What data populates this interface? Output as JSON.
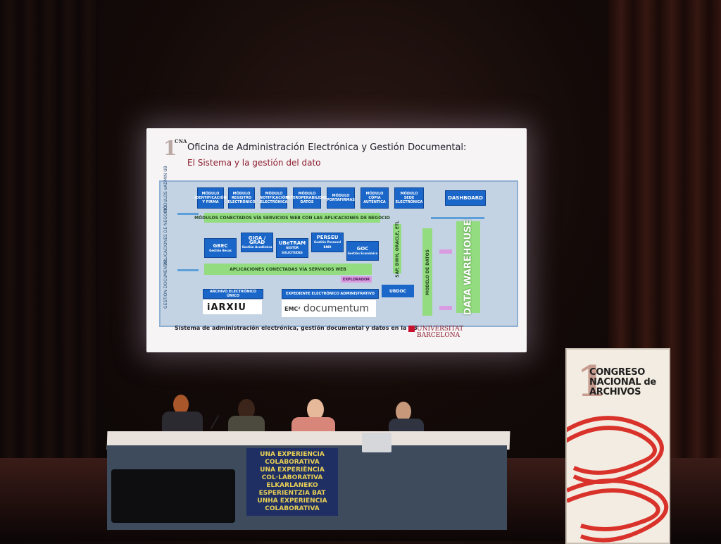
{
  "slide": {
    "logo_number": "1",
    "logo_letters": "CNA",
    "title": "Oficina de Administración Electrónica y Gestión Documental:",
    "subtitle": "El Sistema y la gestión del dato",
    "footer": "Sistema de administración electrónica, gestión documental y datos en la UB",
    "university": [
      "UNIVERSITAT",
      "BARCELONA"
    ]
  },
  "diagram": {
    "left_labels": [
      "MÓDULOS eADMIN UB",
      "APLICACIONES DE NEGOCIO",
      "GESTIÓN DOCUMENTAL"
    ],
    "modules": [
      "MÓDULO IDENTIFICACIÓN Y FIRMA",
      "MÓDULO REGISTRO ELECTRÓNICO",
      "MÓDULO NOTIFICACIÓN ELECTRÓNICA",
      "MÓDULO INTEROPERABILIDAD DATOS",
      "MÓDULO PORTAFIRMAS",
      "MÓDULO CÓPIA AUTÉNTICA",
      "MÓDULO SEDE ELECTRÓNICA"
    ],
    "dashboard": "DASHBOARD",
    "modules_bar": "MÓDULOS CONECTADOS VÍA SERVICIOS WEB CON LAS APLICACIONES DE NEGOCIO",
    "apps": [
      {
        "name": "GBEC",
        "desc": "Gestión Becas"
      },
      {
        "name": "GIGA / GRAD",
        "desc": "Gestión Académica"
      },
      {
        "name": "UBeTRAM",
        "desc": "GESTOR SOLICITUDES"
      },
      {
        "name": "PERSEU",
        "desc": "Gestión Personal BNIR"
      },
      {
        "name": "GOC",
        "desc": "Gestión Económica"
      }
    ],
    "apps_bar": "APLICACIONES CONECTADAS VÍA SERVICIOS WEB",
    "etl": "SAP, DWH, ORACLE, ETL",
    "model": "MODELO DE DATOS",
    "explorer": "EXPLORADOR",
    "archive_box": "ARCHIVO ELECTRÓNICO ÚNICO",
    "expediente_box": "EXPEDIENTE ELECTRÓNICO ADMINISTRATIVO",
    "iarxiu": "iARXIU",
    "emc": "EMC²",
    "documentum": "documentum",
    "ubdoc": "UBDOC",
    "warehouse": "DATA WAREHOUSE"
  },
  "stage": {
    "table_banner": [
      "UNA EXPERIENCIA COLABORATIVA",
      "UNA EXPERIÈNCIA COL·LABORATIVA",
      "ELKARLANEKO ESPERIENTZIA BAT",
      "UNHA EXPERIENCIA COLABORATIVA"
    ]
  },
  "rollup": {
    "number": "1",
    "lines": [
      "CONGRESO",
      "NACIONAL de",
      "ARCHIVOS"
    ]
  },
  "colors": {
    "accent_red": "#d9322b",
    "diagram_blue": "#1a67c9",
    "diagram_green": "#93dc7f"
  }
}
